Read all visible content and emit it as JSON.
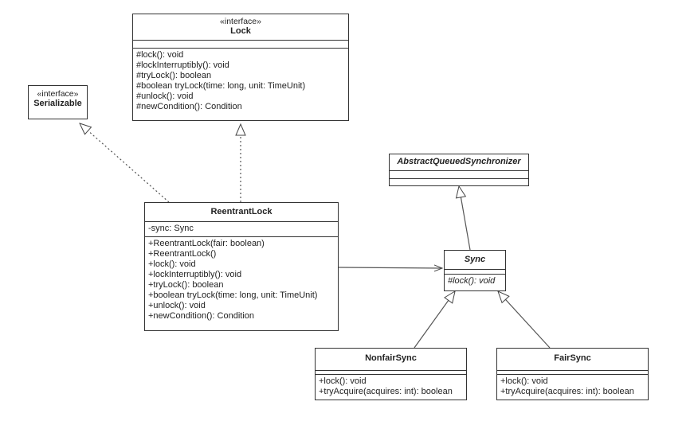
{
  "classes": {
    "lock": {
      "stereotype": "«interface»",
      "name": "Lock",
      "operations": [
        "#lock(): void",
        "#lockInterruptibly(): void",
        "#tryLock(): boolean",
        "#boolean tryLock(time: long, unit: TimeUnit)",
        "#unlock(): void",
        "#newCondition(): Condition"
      ]
    },
    "serializable": {
      "stereotype": "«interface»",
      "name": "Serializable"
    },
    "aqs": {
      "name": "AbstractQueuedSynchronizer"
    },
    "reentrant_lock": {
      "name": "ReentrantLock",
      "attributes": [
        "-sync: Sync"
      ],
      "operations": [
        "+ReentrantLock(fair: boolean)",
        "+ReentrantLock()",
        "+lock(): void",
        "+lockInterruptibly(): void",
        "+tryLock(): boolean",
        "+boolean tryLock(time: long, unit: TimeUnit)",
        "+unlock(): void",
        "+newCondition(): Condition"
      ]
    },
    "sync": {
      "name": "Sync",
      "operations": [
        "#lock(): void"
      ]
    },
    "nonfair_sync": {
      "name": "NonfairSync",
      "operations": [
        "+lock(): void",
        "+tryAcquire(acquires: int): boolean"
      ]
    },
    "fair_sync": {
      "name": "FairSync",
      "operations": [
        "+lock(): void",
        "+tryAcquire(acquires: int): boolean"
      ]
    }
  }
}
